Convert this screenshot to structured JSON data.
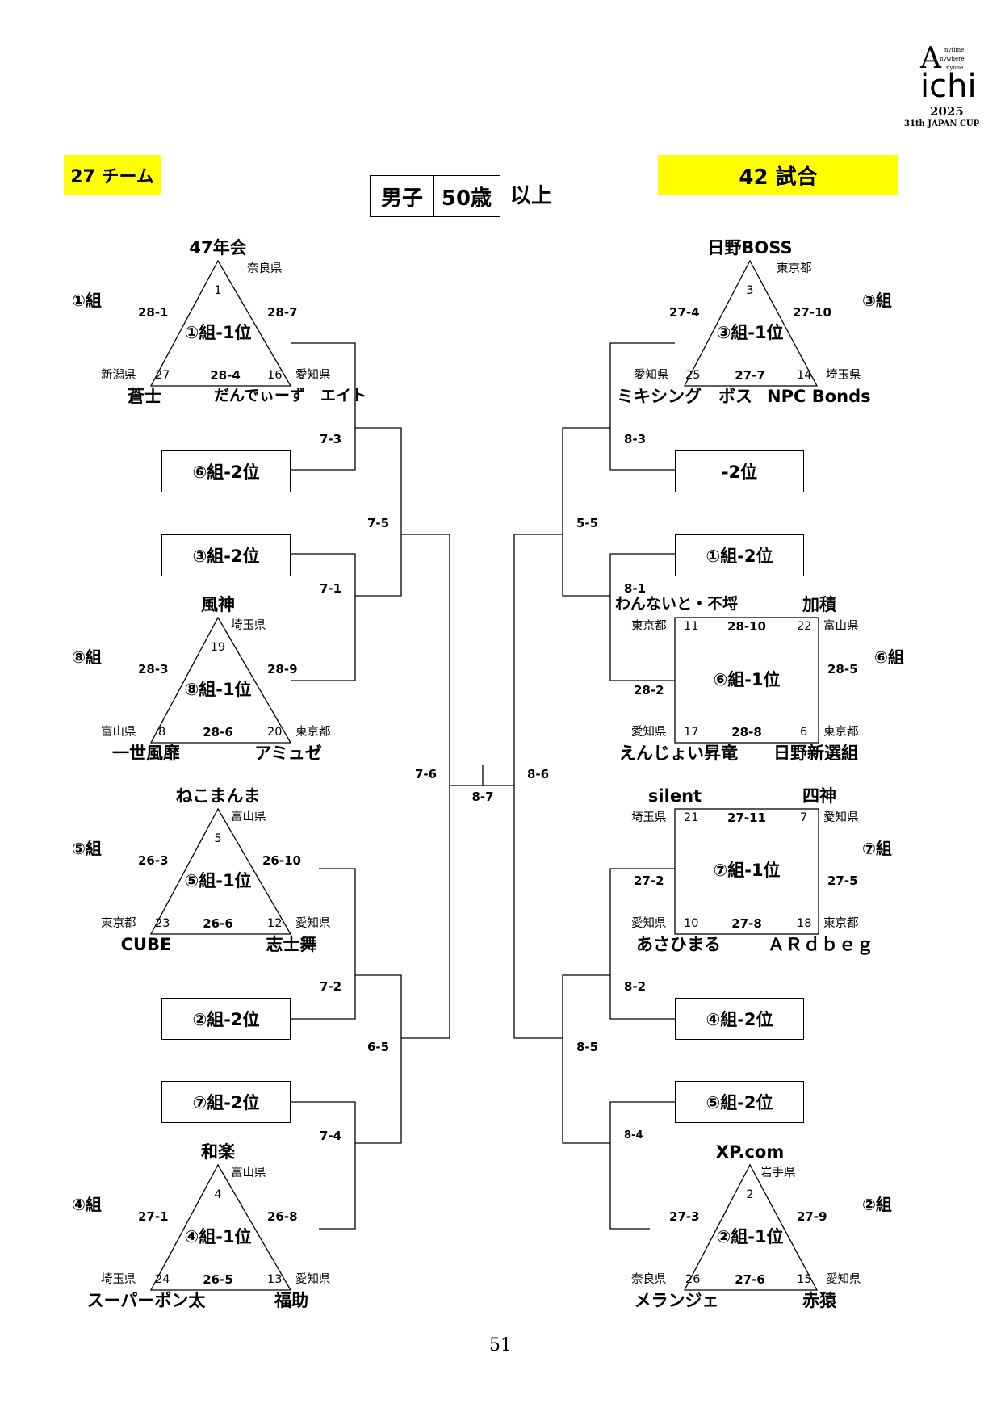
{
  "header": {
    "teams_count": "27 チーム",
    "matches_count": "42 試合",
    "category": [
      "男子",
      "50歳"
    ],
    "category_suffix": "以上",
    "logo": {
      "big_a": "A",
      "lines": [
        "nytime",
        "nywhere",
        "nyone"
      ],
      "ichi": "ichi",
      "year": "2025",
      "cup": "31th JAPAN CUP"
    }
  },
  "groups": {
    "g1": {
      "label": "①組",
      "rank1": "①組-1位",
      "teams": [
        {
          "name": "47年会",
          "pref": "奈良県",
          "seed": "1"
        },
        {
          "name": "蒼士",
          "pref": "新潟県",
          "seed": "27"
        },
        {
          "name": "だんでぃーず　エイト",
          "pref": "愛知県",
          "seed": "16"
        }
      ],
      "scores": [
        "28-1",
        "28-7",
        "28-4"
      ]
    },
    "g8": {
      "label": "⑧組",
      "rank1": "⑧組-1位",
      "teams": [
        {
          "name": "風神",
          "pref": "埼玉県",
          "seed": "19"
        },
        {
          "name": "一世風靡",
          "pref": "富山県",
          "seed": "8"
        },
        {
          "name": "アミュゼ",
          "pref": "東京都",
          "seed": "20"
        }
      ],
      "scores": [
        "28-3",
        "28-9",
        "28-6"
      ]
    },
    "g5": {
      "label": "⑤組",
      "rank1": "⑤組-1位",
      "teams": [
        {
          "name": "ねこまんま",
          "pref": "富山県",
          "seed": "5"
        },
        {
          "name": "CUBE",
          "pref": "東京都",
          "seed": "23"
        },
        {
          "name": "志士舞",
          "pref": "愛知県",
          "seed": "12"
        }
      ],
      "scores": [
        "26-3",
        "26-10",
        "26-6"
      ]
    },
    "g4": {
      "label": "④組",
      "rank1": "④組-1位",
      "teams": [
        {
          "name": "和楽",
          "pref": "富山県",
          "seed": "4"
        },
        {
          "name": "スーパーポン太",
          "pref": "埼玉県",
          "seed": "24"
        },
        {
          "name": "福助",
          "pref": "愛知県",
          "seed": "13"
        }
      ],
      "scores": [
        "27-1",
        "26-8",
        "26-5"
      ]
    },
    "g3": {
      "label": "③組",
      "rank1": "③組-1位",
      "teams": [
        {
          "name": "日野BOSS",
          "pref": "東京都",
          "seed": "3"
        },
        {
          "name": "ミキシング　ボス",
          "pref": "愛知県",
          "seed": "25"
        },
        {
          "name": "NPC Bonds",
          "pref": "埼玉県",
          "seed": "14"
        }
      ],
      "scores": [
        "27-4",
        "27-10",
        "27-7"
      ]
    },
    "g6": {
      "label": "⑥組",
      "rank1": "⑥組-1位",
      "teams": [
        {
          "name": "わんないと・不埒",
          "pref": "東京都",
          "seed": "11"
        },
        {
          "name": "加積",
          "pref": "富山県",
          "seed": "22"
        },
        {
          "name": "えんじょい昇竜",
          "pref": "愛知県",
          "seed": "17"
        },
        {
          "name": "日野新選組",
          "pref": "東京都",
          "seed": "6"
        }
      ],
      "scores": [
        "28-10",
        "28-5",
        "28-8",
        "28-2"
      ]
    },
    "g7": {
      "label": "⑦組",
      "rank1": "⑦組-1位",
      "teams": [
        {
          "name": "silent",
          "pref": "埼玉県",
          "seed": "21"
        },
        {
          "name": "四神",
          "pref": "愛知県",
          "seed": "7"
        },
        {
          "name": "あさひまる",
          "pref": "愛知県",
          "seed": "10"
        },
        {
          "name": "ＡＲｄｂｅｇ",
          "pref": "東京都",
          "seed": "18"
        }
      ],
      "scores": [
        "27-11",
        "27-5",
        "27-8",
        "27-2"
      ]
    },
    "g2": {
      "label": "②組",
      "rank1": "②組-1位",
      "teams": [
        {
          "name": "XP.com",
          "pref": "岩手県",
          "seed": "2"
        },
        {
          "name": "メランジェ",
          "pref": "奈良県",
          "seed": "26"
        },
        {
          "name": "赤猿",
          "pref": "愛知県",
          "seed": "15"
        }
      ],
      "scores": [
        "27-3",
        "27-9",
        "27-6"
      ]
    }
  },
  "second_place_boxes": {
    "l1": "⑥組-2位",
    "l2": "③組-2位",
    "l3": "②組-2位",
    "l4": "⑦組-2位",
    "r1": "-2位",
    "r2": "①組-2位",
    "r3": "④組-2位",
    "r4": "⑤組-2位"
  },
  "match_numbers": {
    "m7_3": "7-3",
    "m7_1": "7-1",
    "m7_5": "7-5",
    "m7_2": "7-2",
    "m7_4": "7-4",
    "m6_5": "6-5",
    "m7_6": "7-6",
    "m8_3": "8-3",
    "m8_1": "8-1",
    "m5_5": "5-5",
    "m8_2": "8-2",
    "m8_4": "8-4",
    "m8_5": "8-5",
    "m8_6": "8-6",
    "final": "8-7"
  },
  "page_number": "51"
}
